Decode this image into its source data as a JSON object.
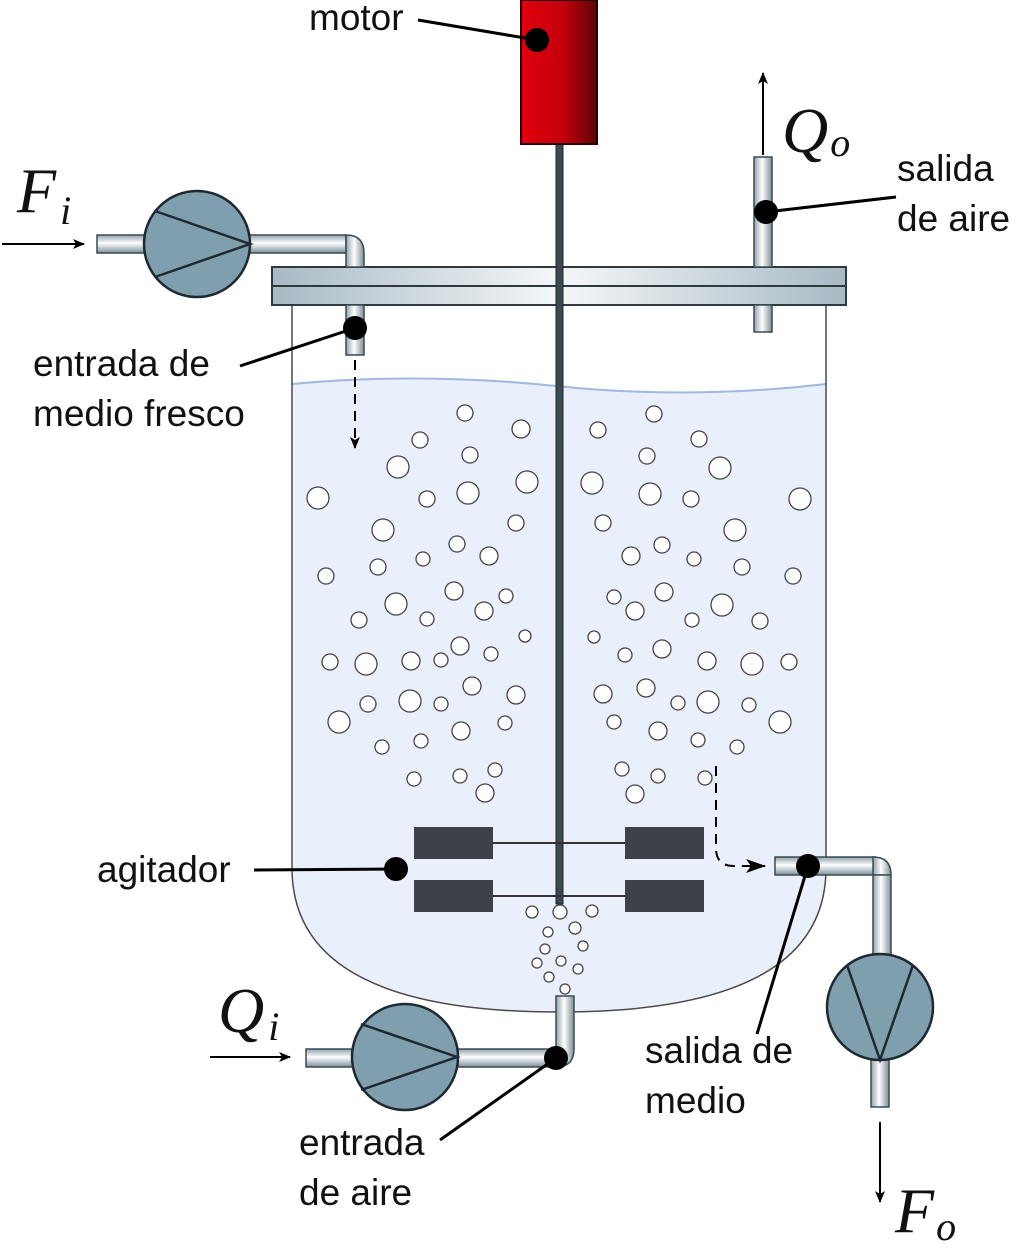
{
  "labels": {
    "motor": "motor",
    "salida_aire_1": "salida",
    "salida_aire_2": "de aire",
    "entrada_medio_1": "entrada de",
    "entrada_medio_2": "medio fresco",
    "agitador": "agitador",
    "salida_medio_1": "salida de",
    "salida_medio_2": "medio",
    "entrada_aire_1": "entrada",
    "entrada_aire_2": "de aire"
  },
  "flows": {
    "feed_in": {
      "main": "F",
      "sub": "i"
    },
    "feed_out": {
      "main": "F",
      "sub": "o"
    },
    "air_in": {
      "main": "Q",
      "sub": "i"
    },
    "air_out": {
      "main": "Q",
      "sub": "o"
    }
  },
  "colors": {
    "motor": "#c4000a",
    "liquid": "#eaf0fb",
    "pump": "#7f9faf",
    "paddle": "#3d4148",
    "surface": "#9fb8e0"
  }
}
